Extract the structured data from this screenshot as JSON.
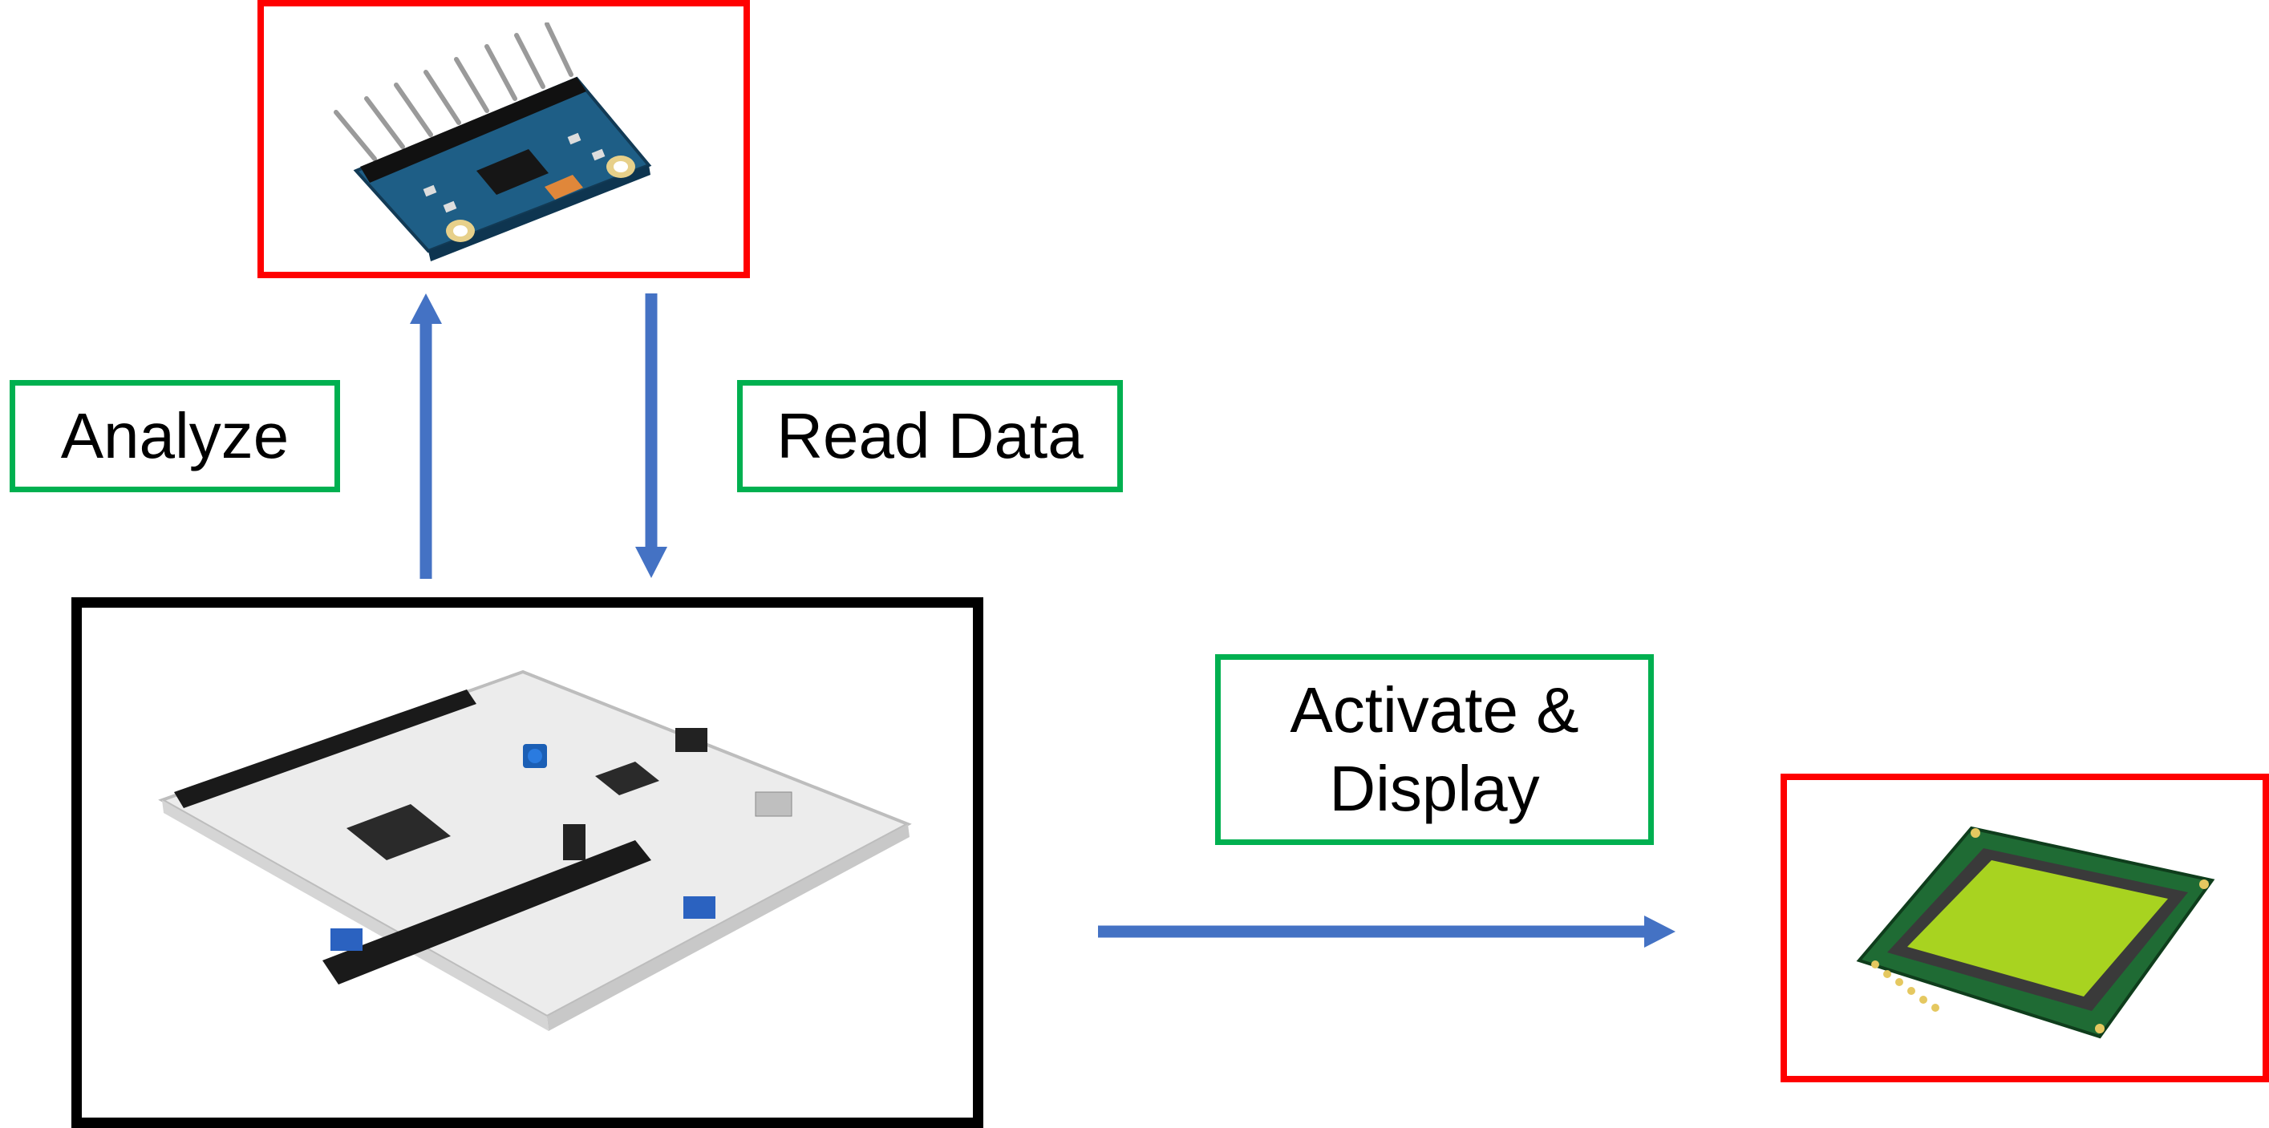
{
  "labels": {
    "analyze": "Analyze",
    "read_data": "Read Data",
    "activate_display": "Activate &\nDisplay"
  },
  "components": {
    "sensor": {
      "icon": "mpu6050-sensor-module-image",
      "border_color": "#ff0000"
    },
    "controller": {
      "icon": "stm32-nucleo-board-image",
      "border_color": "#000000"
    },
    "display": {
      "icon": "graphic-lcd-module-image",
      "border_color": "#ff0000"
    }
  },
  "colors": {
    "arrow": "#4472c4",
    "label_border": "#00b050"
  }
}
